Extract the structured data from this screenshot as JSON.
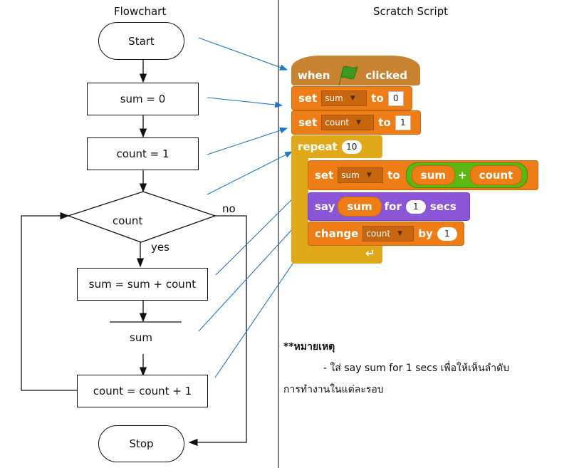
{
  "headers": {
    "left": "Flowchart",
    "right": "Scratch Script"
  },
  "flowchart": {
    "start": "Start",
    "init_sum": "sum = 0",
    "init_count": "count = 1",
    "decision": "count",
    "yes_label": "yes",
    "no_label": "no",
    "update_sum": "sum = sum + count",
    "output": "sum",
    "increment": "count = count + 1",
    "stop": "Stop"
  },
  "scratch": {
    "hat": {
      "when": "when",
      "clicked": "clicked",
      "flag_color": "#3d9a1f"
    },
    "set_sum": {
      "verb": "set",
      "var": "sum",
      "to": "to",
      "value": "0"
    },
    "set_count": {
      "verb": "set",
      "var": "count",
      "to": "to",
      "value": "1"
    },
    "repeat": {
      "verb": "repeat",
      "times": "10"
    },
    "set_sum_expr": {
      "verb": "set",
      "var": "sum",
      "to": "to",
      "left": "sum",
      "op": "+",
      "right": "count"
    },
    "say": {
      "verb": "say",
      "value": "sum",
      "for": "for",
      "secs_value": "1",
      "secs": "secs"
    },
    "change": {
      "verb": "change",
      "var": "count",
      "by": "by",
      "value": "1"
    },
    "colors": {
      "events": "#c88330",
      "data": "#ee7d16",
      "control": "#e1a91a",
      "looks": "#8a55d7",
      "operators": "#5cb712",
      "connector_arrow": "#1f78c1"
    }
  },
  "note": {
    "title": "**หมายเหตุ",
    "line1": "- ใส่ say sum for 1 secs เพื่อให้เห็นลำดับ",
    "line2": "การทำงานในแต่ละรอบ"
  }
}
